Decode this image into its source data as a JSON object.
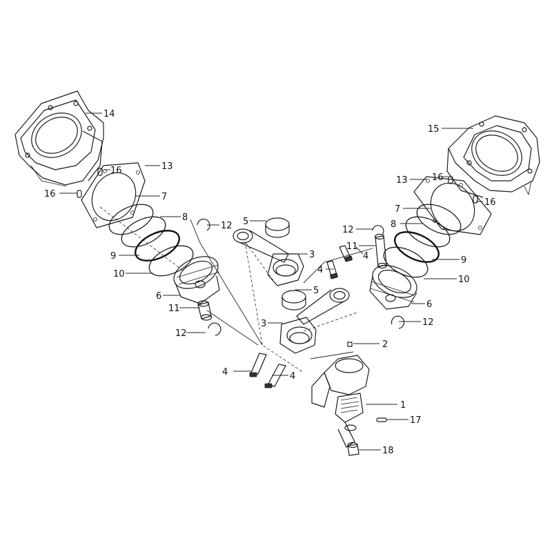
{
  "callouts": {
    "c1": "1",
    "c2": "2",
    "c3a": "3",
    "c3b": "3",
    "c4a": "4",
    "c4b": "4",
    "c4c": "4",
    "c4d": "4",
    "c5a": "5",
    "c5b": "5",
    "c6a": "6",
    "c6b": "6",
    "c7a": "7",
    "c7b": "7",
    "c8a": "8",
    "c8b": "8",
    "c9a": "9",
    "c9b": "9",
    "c10a": "10",
    "c10b": "10",
    "c11a": "11",
    "c11b": "11",
    "c12a": "12",
    "c12b": "12",
    "c12c": "12",
    "c12d": "12",
    "c13a": "13",
    "c13b": "13",
    "c14": "14",
    "c15": "15",
    "c16a": "16",
    "c16b": "16",
    "c16c": "16",
    "c16d": "16",
    "c17": "17",
    "c18": "18"
  }
}
